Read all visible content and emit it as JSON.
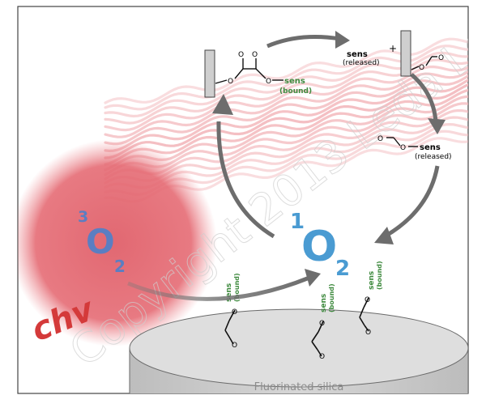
{
  "colors": {
    "frame": "#444444",
    "red_glow": "#e0606a",
    "wave": "#f2b4b8",
    "arrow": "#6d6d6d",
    "oxygen": "#4a9bd2",
    "triplet": "#5b7ec2",
    "bound_green": "#3f8a3f",
    "silica_top": "#dedede",
    "silica_side": "#c8c8c8",
    "brand_red": "#d43a3a"
  },
  "labels": {
    "triplet_o2": {
      "sup": "3",
      "main": "O",
      "sub": "2"
    },
    "singlet_o2": {
      "sup": "1",
      "main": "O",
      "sub": "2"
    },
    "fluorinated_silica": "Fluorinated silica",
    "brand": "chv",
    "watermark": "Copyright 2013 Leda Lee"
  },
  "molecules": {
    "dioxetane": {
      "o_top_left": "O",
      "o_top_right": "O",
      "o_left": "O",
      "o_right": "O",
      "sens": "sens",
      "bound": "(bound)"
    },
    "released_top": {
      "sens": "sens",
      "released": "(released)",
      "plus": "+",
      "o_ring": "O",
      "o_carbonyl": "O"
    },
    "released_right": {
      "o_carbonyl": "O",
      "o_ester": "O",
      "sens": "sens",
      "released": "(released)"
    },
    "surface_sens": [
      {
        "sens": "sens",
        "bound": "(bound)",
        "o_top": "O",
        "o_bottom": "O"
      },
      {
        "sens": "sens",
        "bound": "(bound)",
        "o_top": "O",
        "o_bottom": "O"
      },
      {
        "sens": "sens",
        "bound": "(bound)",
        "o_top": "O",
        "o_bottom": "O"
      }
    ]
  }
}
